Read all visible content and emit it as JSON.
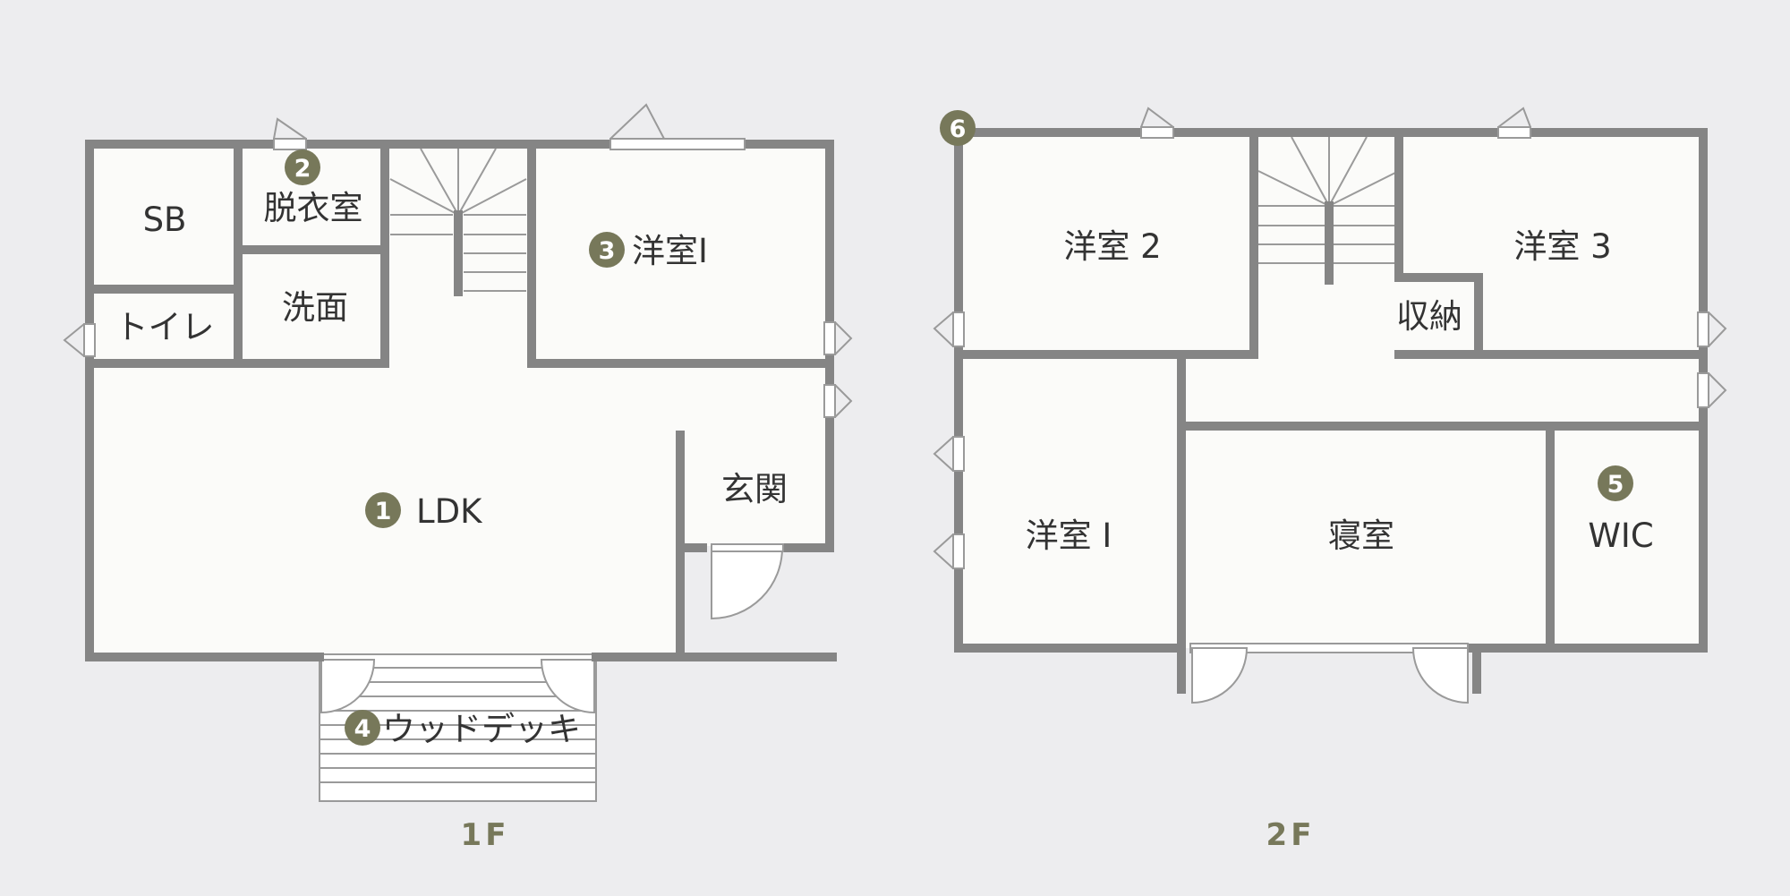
{
  "colors": {
    "background": "#ededef",
    "floor": "#fbfbf9",
    "wall": "#858585",
    "badge": "#77785a",
    "text": "#333333"
  },
  "floors": [
    {
      "label": "1F",
      "rooms": [
        {
          "name": "SB"
        },
        {
          "name": "脱衣室",
          "badge": "2"
        },
        {
          "name": "洋室Ⅰ",
          "badge": "3"
        },
        {
          "name": "洗面"
        },
        {
          "name": "トイレ"
        },
        {
          "name": "LDK",
          "badge": "1"
        },
        {
          "name": "玄関"
        },
        {
          "name": "ウッドデッキ",
          "badge": "4"
        }
      ]
    },
    {
      "label": "2F",
      "corner_badge": "6",
      "rooms": [
        {
          "name": "洋室 2"
        },
        {
          "name": "洋室 3"
        },
        {
          "name": "収納"
        },
        {
          "name": "洋室 Ⅰ"
        },
        {
          "name": "寝室"
        },
        {
          "name": "WIC",
          "badge": "5"
        }
      ]
    }
  ]
}
